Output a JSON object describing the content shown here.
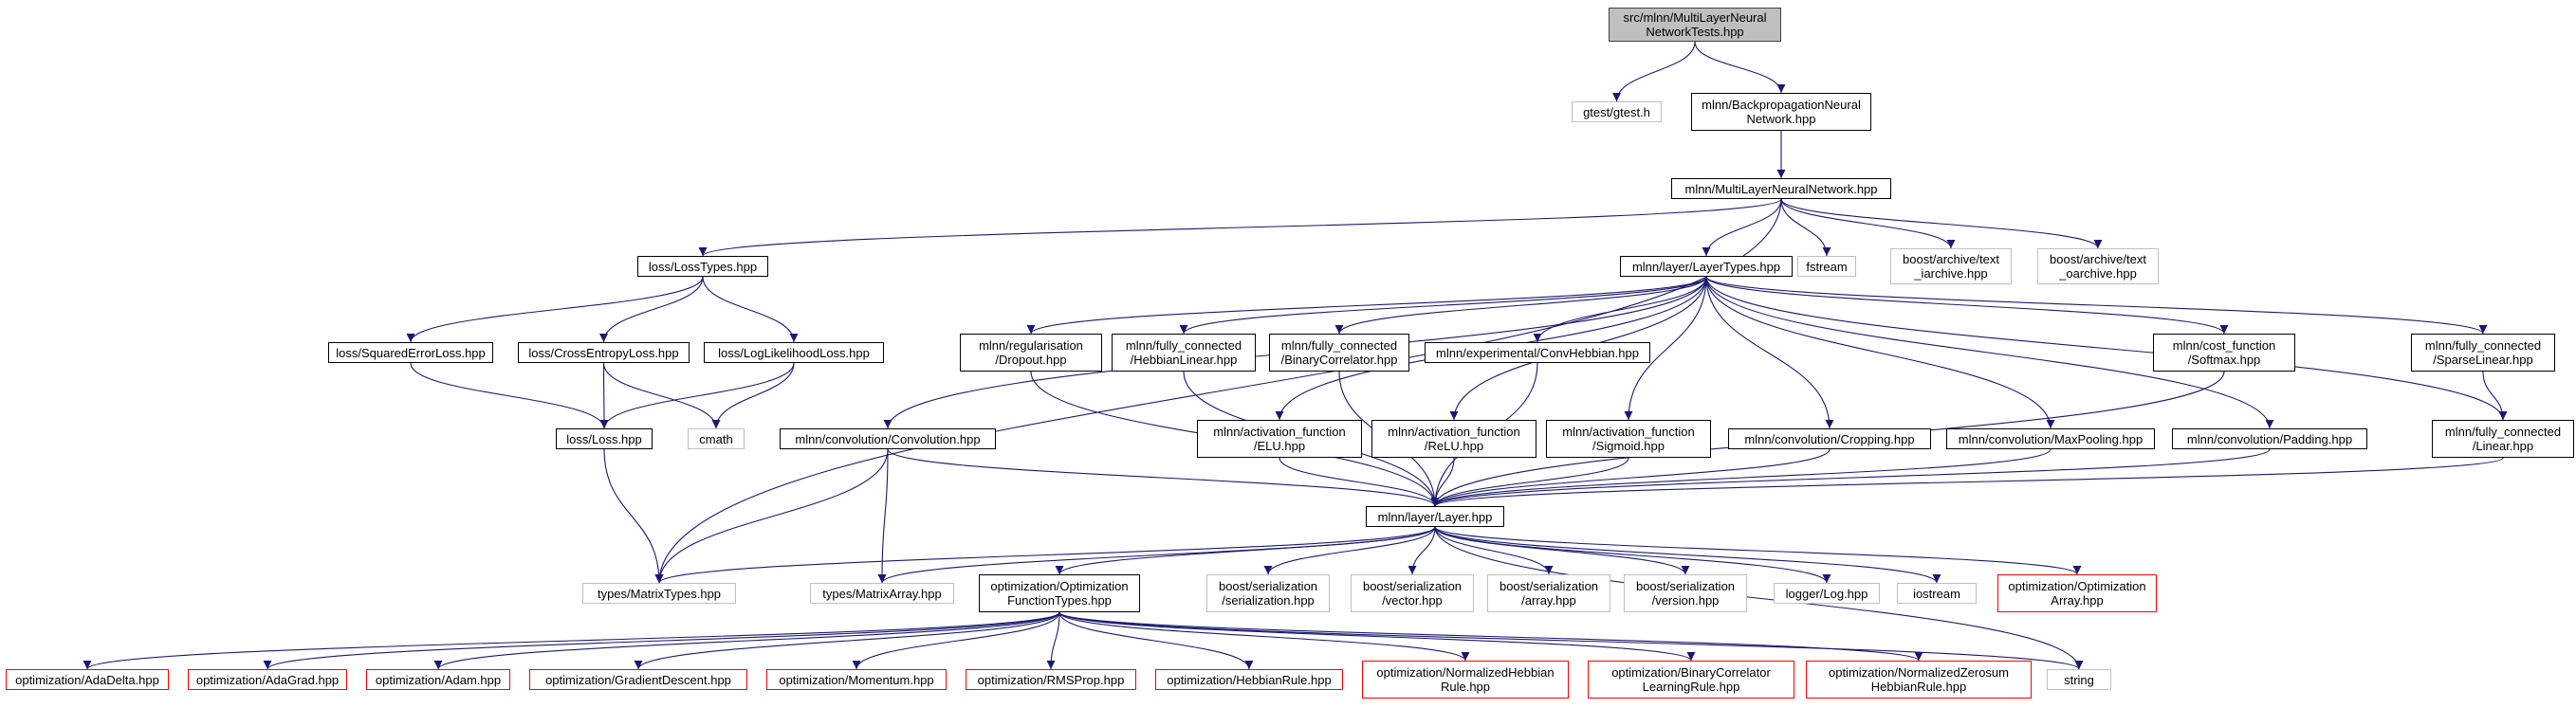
{
  "graph": {
    "edge_color": "#191970",
    "excluded_edge_color": "#a0a0a0",
    "nodes": {
      "root": {
        "label": "src/mlnn/MultiLayerNeural\nNetworkTests.hpp",
        "kind": "root"
      },
      "gtest": {
        "label": "gtest/gtest.h",
        "kind": "ext"
      },
      "bpnn": {
        "label": "mlnn/BackpropagationNeural\nNetwork.hpp",
        "kind": "std"
      },
      "mlnn": {
        "label": "mlnn/MultiLayerNeuralNetwork.hpp",
        "kind": "std"
      },
      "losstypes": {
        "label": "loss/LossTypes.hpp",
        "kind": "std"
      },
      "layertypes": {
        "label": "mlnn/layer/LayerTypes.hpp",
        "kind": "std"
      },
      "fstream": {
        "label": "fstream",
        "kind": "ext"
      },
      "boost_tia": {
        "label": "boost/archive/text\n_iarchive.hpp",
        "kind": "ext"
      },
      "boost_toa": {
        "label": "boost/archive/text\n_oarchive.hpp",
        "kind": "ext"
      },
      "sqerr": {
        "label": "loss/SquaredErrorLoss.hpp",
        "kind": "std"
      },
      "crossent": {
        "label": "loss/CrossEntropyLoss.hpp",
        "kind": "std"
      },
      "loglik": {
        "label": "loss/LogLikelihoodLoss.hpp",
        "kind": "std"
      },
      "dropout": {
        "label": "mlnn/regularisation\n/Dropout.hpp",
        "kind": "std"
      },
      "hebblin": {
        "label": "mlnn/fully_connected\n/HebbianLinear.hpp",
        "kind": "std"
      },
      "bincorr": {
        "label": "mlnn/fully_connected\n/BinaryCorrelator.hpp",
        "kind": "std"
      },
      "convhebb": {
        "label": "mlnn/experimental/ConvHebbian.hpp",
        "kind": "std"
      },
      "softmax": {
        "label": "mlnn/cost_function\n/Softmax.hpp",
        "kind": "std"
      },
      "sparselin": {
        "label": "mlnn/fully_connected\n/SparseLinear.hpp",
        "kind": "std"
      },
      "loss": {
        "label": "loss/Loss.hpp",
        "kind": "std"
      },
      "cmath": {
        "label": "cmath",
        "kind": "ext"
      },
      "conv": {
        "label": "mlnn/convolution/Convolution.hpp",
        "kind": "std"
      },
      "elu": {
        "label": "mlnn/activation_function\n/ELU.hpp",
        "kind": "std"
      },
      "relu": {
        "label": "mlnn/activation_function\n/ReLU.hpp",
        "kind": "std"
      },
      "sigmoid": {
        "label": "mlnn/activation_function\n/Sigmoid.hpp",
        "kind": "std"
      },
      "cropping": {
        "label": "mlnn/convolution/Cropping.hpp",
        "kind": "std"
      },
      "maxpool": {
        "label": "mlnn/convolution/MaxPooling.hpp",
        "kind": "std"
      },
      "padding": {
        "label": "mlnn/convolution/Padding.hpp",
        "kind": "std"
      },
      "linear": {
        "label": "mlnn/fully_connected\n/Linear.hpp",
        "kind": "std"
      },
      "layer": {
        "label": "mlnn/layer/Layer.hpp",
        "kind": "std"
      },
      "mattypes": {
        "label": "types/MatrixTypes.hpp",
        "kind": "ext"
      },
      "matarray": {
        "label": "types/MatrixArray.hpp",
        "kind": "ext"
      },
      "optfunc": {
        "label": "optimization/Optimization\nFunctionTypes.hpp",
        "kind": "std"
      },
      "bs_ser": {
        "label": "boost/serialization\n/serialization.hpp",
        "kind": "ext"
      },
      "bs_vec": {
        "label": "boost/serialization\n/vector.hpp",
        "kind": "ext"
      },
      "bs_arr": {
        "label": "boost/serialization\n/array.hpp",
        "kind": "ext"
      },
      "bs_ver": {
        "label": "boost/serialization\n/version.hpp",
        "kind": "ext"
      },
      "log": {
        "label": "logger/Log.hpp",
        "kind": "ext"
      },
      "iostream": {
        "label": "iostream",
        "kind": "ext"
      },
      "optarr": {
        "label": "optimization/Optimization\nArray.hpp",
        "kind": "trunc"
      },
      "adadelta": {
        "label": "optimization/AdaDelta.hpp",
        "kind": "trunc"
      },
      "adagrad": {
        "label": "optimization/AdaGrad.hpp",
        "kind": "trunc"
      },
      "adam": {
        "label": "optimization/Adam.hpp",
        "kind": "trunc"
      },
      "graddesc": {
        "label": "optimization/GradientDescent.hpp",
        "kind": "trunc"
      },
      "momentum": {
        "label": "optimization/Momentum.hpp",
        "kind": "trunc"
      },
      "rmsprop": {
        "label": "optimization/RMSProp.hpp",
        "kind": "trunc"
      },
      "hebbrule": {
        "label": "optimization/HebbianRule.hpp",
        "kind": "trunc"
      },
      "normhebb": {
        "label": "optimization/NormalizedHebbian\nRule.hpp",
        "kind": "trunc"
      },
      "bincorrlr": {
        "label": "optimization/BinaryCorrelator\nLearningRule.hpp",
        "kind": "trunc"
      },
      "normzero": {
        "label": "optimization/NormalizedZerosum\nHebbianRule.hpp",
        "kind": "trunc"
      },
      "string": {
        "label": "string",
        "kind": "ext"
      }
    },
    "edges": [
      [
        "root",
        "gtest"
      ],
      [
        "root",
        "bpnn"
      ],
      [
        "bpnn",
        "mlnn"
      ],
      [
        "mlnn",
        "losstypes"
      ],
      [
        "mlnn",
        "layertypes"
      ],
      [
        "mlnn",
        "fstream"
      ],
      [
        "mlnn",
        "boost_tia"
      ],
      [
        "mlnn",
        "boost_toa"
      ],
      [
        "mlnn",
        "mattypes"
      ],
      [
        "losstypes",
        "sqerr"
      ],
      [
        "losstypes",
        "crossent"
      ],
      [
        "losstypes",
        "loglik"
      ],
      [
        "sqerr",
        "loss"
      ],
      [
        "crossent",
        "loss"
      ],
      [
        "crossent",
        "cmath"
      ],
      [
        "loglik",
        "loss"
      ],
      [
        "loglik",
        "cmath"
      ],
      [
        "loss",
        "mattypes"
      ],
      [
        "layertypes",
        "conv"
      ],
      [
        "layertypes",
        "dropout"
      ],
      [
        "layertypes",
        "hebblin"
      ],
      [
        "layertypes",
        "bincorr"
      ],
      [
        "layertypes",
        "convhebb"
      ],
      [
        "layertypes",
        "elu"
      ],
      [
        "layertypes",
        "relu"
      ],
      [
        "layertypes",
        "sigmoid"
      ],
      [
        "layertypes",
        "cropping"
      ],
      [
        "layertypes",
        "maxpool"
      ],
      [
        "layertypes",
        "padding"
      ],
      [
        "layertypes",
        "softmax"
      ],
      [
        "layertypes",
        "sparselin"
      ],
      [
        "layertypes",
        "linear"
      ],
      [
        "sparselin",
        "linear"
      ],
      [
        "conv",
        "layer"
      ],
      [
        "conv",
        "mattypes"
      ],
      [
        "conv",
        "matarray"
      ],
      [
        "dropout",
        "layer"
      ],
      [
        "hebblin",
        "layer"
      ],
      [
        "bincorr",
        "layer"
      ],
      [
        "convhebb",
        "layer"
      ],
      [
        "elu",
        "layer"
      ],
      [
        "relu",
        "layer"
      ],
      [
        "sigmoid",
        "layer"
      ],
      [
        "cropping",
        "layer"
      ],
      [
        "maxpool",
        "layer"
      ],
      [
        "padding",
        "layer"
      ],
      [
        "softmax",
        "layer"
      ],
      [
        "linear",
        "layer"
      ],
      [
        "layer",
        "mattypes"
      ],
      [
        "layer",
        "matarray"
      ],
      [
        "layer",
        "optfunc"
      ],
      [
        "layer",
        "bs_ser"
      ],
      [
        "layer",
        "bs_vec"
      ],
      [
        "layer",
        "bs_arr"
      ],
      [
        "layer",
        "bs_ver"
      ],
      [
        "layer",
        "log"
      ],
      [
        "layer",
        "iostream"
      ],
      [
        "layer",
        "optarr"
      ],
      [
        "layer",
        "string"
      ],
      [
        "optfunc",
        "adadelta"
      ],
      [
        "optfunc",
        "adagrad"
      ],
      [
        "optfunc",
        "adam"
      ],
      [
        "optfunc",
        "graddesc"
      ],
      [
        "optfunc",
        "momentum"
      ],
      [
        "optfunc",
        "rmsprop"
      ],
      [
        "optfunc",
        "hebbrule"
      ],
      [
        "optfunc",
        "normhebb"
      ],
      [
        "optfunc",
        "bincorrlr"
      ],
      [
        "optfunc",
        "normzero"
      ],
      [
        "optfunc",
        "string"
      ]
    ]
  }
}
